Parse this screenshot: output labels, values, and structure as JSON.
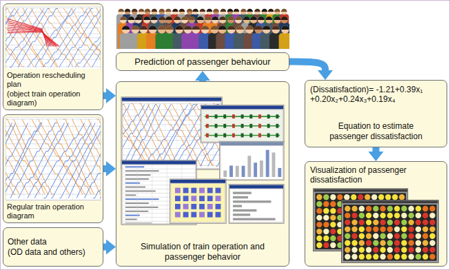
{
  "diagram": {
    "nodes": [
      {
        "text": [
          "Operation rescheduling plan",
          "(object train operation diagram)"
        ]
      },
      {
        "text": [
          "Prediction of passenger behaviour"
        ]
      },
      {
        "text": [
          "(Dissatisfaction)= -1.21+0.39x₁ +0.20x₂+0.24x₃+0.19x₄",
          "Equation to estimate passenger dissatisfaction"
        ]
      },
      {
        "text": [
          "Simulation of train operation and passenger behavior"
        ]
      },
      {
        "text": [
          "Regular train operation diagram"
        ]
      },
      {
        "text": [
          "Visualization of passenger dissatisfaction"
        ]
      },
      {
        "text": [
          "Other data",
          "(OD data and others)"
        ]
      }
    ],
    "edges": [
      {
        "from": 0,
        "to": 3,
        "arrow": "to"
      },
      {
        "from": 4,
        "to": 3,
        "arrow": "to"
      },
      {
        "from": 6,
        "to": 3,
        "arrow": "to"
      },
      {
        "from": 3,
        "to": 1,
        "arrow": "to"
      },
      {
        "from": 1,
        "to": 2,
        "arrow": "to"
      },
      {
        "from": 2,
        "to": 5,
        "arrow": "to"
      }
    ]
  }
}
